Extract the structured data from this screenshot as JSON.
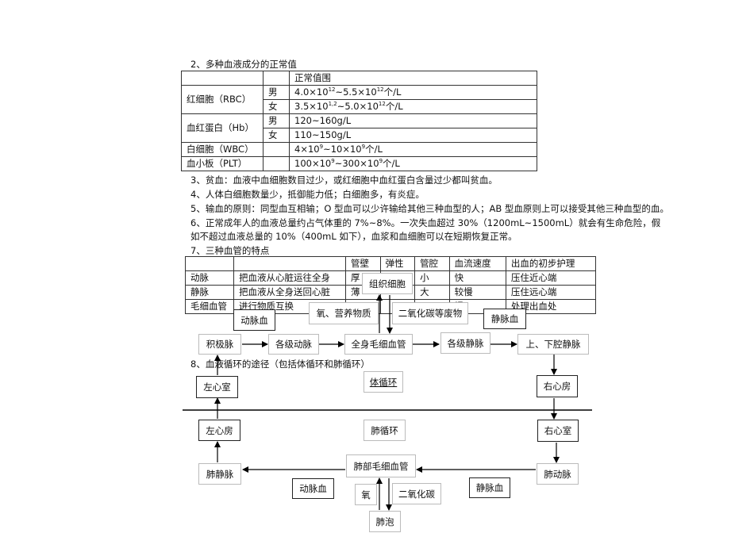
{
  "s2": {
    "heading": "2、多种血液成分的正常值",
    "header_col": "正常值围",
    "rbc_label": "红细胞（RBC）",
    "male": "男",
    "female": "女",
    "rbc_male_a": "4.0×10",
    "rbc_male_sup": "12",
    "rbc_male_b": "~5.5×10",
    "rbc_male_sup2": "12",
    "rbc_male_c": "个/L",
    "rbc_female_a": "3.5×10",
    "rbc_female_sup": "1,2",
    "rbc_female_b": "~5.0×10",
    "rbc_female_sup2": "12",
    "rbc_female_c": "个/L",
    "hb_label": "血红蛋白（Hb）",
    "hb_male": "120~160g/L",
    "hb_female": "110~150g/L",
    "wbc_label": "白细胞（WBC）",
    "wbc_a": "4×10",
    "wbc_sup": "9",
    "wbc_b": "~10×10",
    "wbc_sup2": "9",
    "wbc_c": "个/L",
    "plt_label": "血小板（PLT）",
    "plt_a": "100×10",
    "plt_sup": "9",
    "plt_b": "~300×10",
    "plt_sup2": "9",
    "plt_c": "个/L"
  },
  "notes": {
    "n3": "3、贫血：血液中血细胞数目过少，或红细胞中血红蛋白含量过少都叫贫血。",
    "n4": "4、人体白细胞数量少，抵御能力低；白细胞多，有炎症。",
    "n5": "5、输血的原则：同型血互相输；O 型血可以少许输给其他三种血型的人；AB 型血原则上可以接受其他三种血型的血。",
    "n6a": "6、正常成年人的血液总量约占气体重的 7%~8%。一次失血超过 30%（1200mL~1500mL）就会有生命危险，假",
    "n6b": "如不超过血液总量的 10%（400mL 如下），血浆和血细胞可以在短期恢复正常。"
  },
  "s7": {
    "heading": "7、三种血管的特点",
    "headers": [
      "管壁",
      "弹性",
      "管腔",
      "血流速度",
      "出血的初步护理"
    ],
    "rows": [
      [
        "动脉",
        "把血液从心脏运往全身",
        "厚",
        "",
        "小",
        "快",
        "压住近心端"
      ],
      [
        "静脉",
        "把血液从全身送回心脏",
        "薄",
        "",
        "大",
        "较慢",
        "压住远心端"
      ],
      [
        "毛细血管",
        "进行物质互换",
        "",
        "",
        "",
        "慢",
        "处理出血处"
      ]
    ]
  },
  "s8": {
    "heading": "8、血液循环的途径（包括体循环和肺循环）",
    "tissue_cells": "组织细胞",
    "arterial_blood_top": "动脉血",
    "oxygen_nutrients": "氧、营养物质",
    "co2_waste": "二氧化碳等废物",
    "venous_blood_top": "静脉血",
    "aorta": "积极脉",
    "arteries": "各级动脉",
    "body_capillaries": "全身毛细血管",
    "veins": "各级静脉",
    "vena_cava": "上、下腔静脉",
    "left_ventricle": "左心室",
    "systemic_circulation": "体循环",
    "right_atrium": "右心房",
    "left_atrium": "左心房",
    "pulmonary_circulation": "肺循环",
    "right_ventricle": "右心室",
    "pulmonary_vein": "肺静脉",
    "lung_capillaries": "肺部毛细血管",
    "pulmonary_artery": "肺动脉",
    "arterial_blood_bottom": "动脉血",
    "oxygen": "氧",
    "co2": "二氧化碳",
    "venous_blood_bottom": "静脉血",
    "alveoli": "肺泡"
  }
}
